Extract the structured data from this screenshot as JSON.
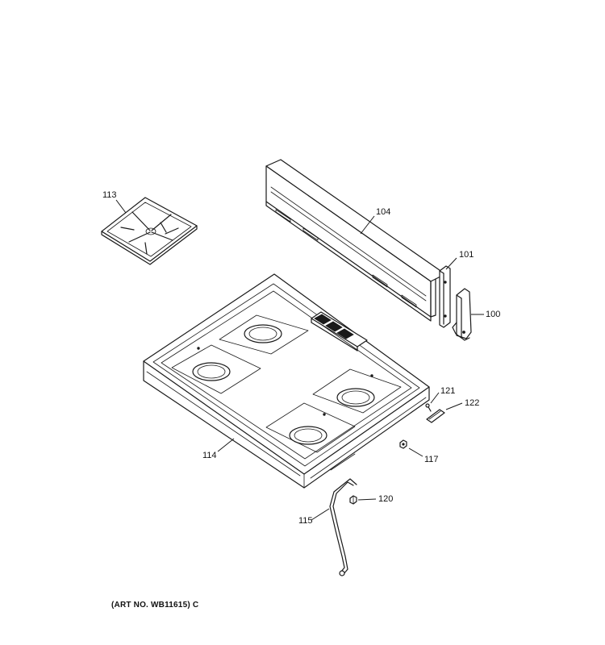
{
  "callouts": {
    "p113": "113",
    "p104": "104",
    "p101": "101",
    "p100": "100",
    "p114": "114",
    "p121": "121",
    "p122": "122",
    "p117": "117",
    "p120": "120",
    "p115": "115"
  },
  "art_number": "(ART NO. WB11615) C"
}
